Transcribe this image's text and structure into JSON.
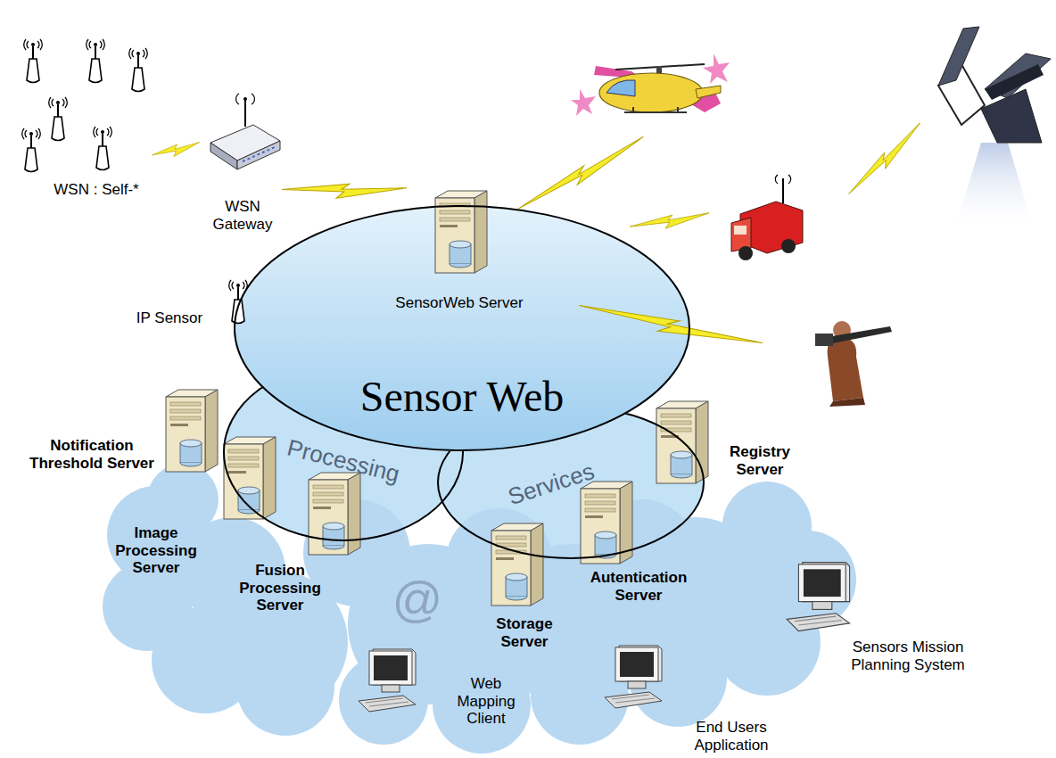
{
  "diagram": {
    "nodes": [
      {
        "text": [
          "Sensor Web"
        ]
      },
      {
        "text": [
          "Processing"
        ]
      },
      {
        "text": [
          "Services"
        ]
      }
    ],
    "labels": [
      "WSN : Self-*",
      "WSN Gateway",
      "IP Sensor",
      "SensorWeb Server",
      "Notification Threshold Server",
      "Image Processing Server",
      "Fusion Processing Server",
      "Registry Server",
      "Autentication Server",
      "Storage Server",
      "@",
      "Web Mapping Client",
      "End Users Application",
      "Sensors Mission Planning System"
    ]
  }
}
